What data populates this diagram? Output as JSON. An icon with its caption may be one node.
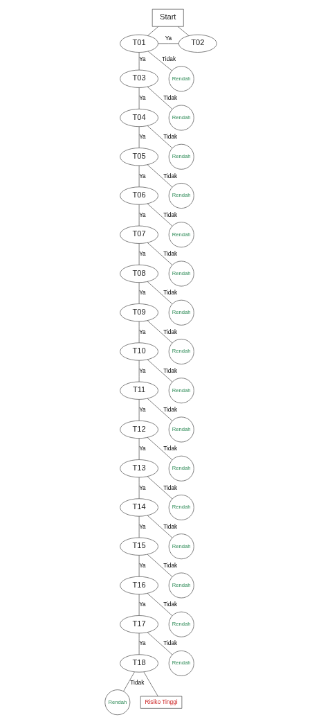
{
  "diagram": {
    "nodes": [
      {
        "text": [
          "Start"
        ]
      },
      {
        "text": [
          "T01"
        ]
      },
      {
        "text": [
          "T02"
        ]
      },
      {
        "text": [
          "T03"
        ]
      },
      {
        "text": [
          "Rendah"
        ]
      },
      {
        "text": [
          "T04"
        ]
      },
      {
        "text": [
          "Rendah"
        ]
      },
      {
        "text": [
          "T05"
        ]
      },
      {
        "text": [
          "Rendah"
        ]
      },
      {
        "text": [
          "T06"
        ]
      },
      {
        "text": [
          "Rendah"
        ]
      },
      {
        "text": [
          "T07"
        ]
      },
      {
        "text": [
          "Rendah"
        ]
      },
      {
        "text": [
          "T08"
        ]
      },
      {
        "text": [
          "Rendah"
        ]
      },
      {
        "text": [
          "T09"
        ]
      },
      {
        "text": [
          "Rendah"
        ]
      },
      {
        "text": [
          "T10"
        ]
      },
      {
        "text": [
          "Rendah"
        ]
      },
      {
        "text": [
          "T11"
        ]
      },
      {
        "text": [
          "Rendah"
        ]
      },
      {
        "text": [
          "T12"
        ]
      },
      {
        "text": [
          "Rendah"
        ]
      },
      {
        "text": [
          "T13"
        ]
      },
      {
        "text": [
          "Rendah"
        ]
      },
      {
        "text": [
          "T14"
        ]
      },
      {
        "text": [
          "Rendah"
        ]
      },
      {
        "text": [
          "T15"
        ]
      },
      {
        "text": [
          "Rendah"
        ]
      },
      {
        "text": [
          "T16"
        ]
      },
      {
        "text": [
          "Rendah"
        ]
      },
      {
        "text": [
          "T17"
        ]
      },
      {
        "text": [
          "Rendah"
        ]
      },
      {
        "text": [
          "T18"
        ]
      },
      {
        "text": [
          "Rendah"
        ]
      },
      {
        "text": [
          "Rendah"
        ]
      },
      {
        "text": [
          "Risiko Tinggi"
        ]
      }
    ],
    "edges": [
      {
        "from": 0,
        "to": 1,
        "arrow": "none"
      },
      {
        "from": 0,
        "to": 2,
        "arrow": "none"
      },
      {
        "from": 2,
        "to": 1,
        "label": "Ya",
        "arrow": "none"
      },
      {
        "from": 1,
        "to": 3,
        "label": "Ya",
        "arrow": "none"
      },
      {
        "from": 1,
        "to": 4,
        "label": "Tidak",
        "arrow": "none"
      },
      {
        "from": 3,
        "to": 5,
        "label": "Ya",
        "arrow": "none"
      },
      {
        "from": 3,
        "to": 6,
        "label": "Tidak",
        "arrow": "none"
      },
      {
        "from": 5,
        "to": 7,
        "label": "Ya",
        "arrow": "none"
      },
      {
        "from": 5,
        "to": 8,
        "label": "Tidak",
        "arrow": "none"
      },
      {
        "from": 7,
        "to": 9,
        "label": "Ya",
        "arrow": "none"
      },
      {
        "from": 7,
        "to": 10,
        "label": "Tidak",
        "arrow": "none"
      },
      {
        "from": 9,
        "to": 11,
        "label": "Ya",
        "arrow": "none"
      },
      {
        "from": 9,
        "to": 12,
        "label": "Tidak",
        "arrow": "none"
      },
      {
        "from": 11,
        "to": 13,
        "label": "Ya",
        "arrow": "none"
      },
      {
        "from": 11,
        "to": 14,
        "label": "Tidak",
        "arrow": "none"
      },
      {
        "from": 13,
        "to": 15,
        "label": "Ya",
        "arrow": "none"
      },
      {
        "from": 13,
        "to": 16,
        "label": "Tidak",
        "arrow": "none"
      },
      {
        "from": 15,
        "to": 17,
        "label": "Ya",
        "arrow": "none"
      },
      {
        "from": 15,
        "to": 18,
        "label": "Tidak",
        "arrow": "none"
      },
      {
        "from": 17,
        "to": 19,
        "label": "Ya",
        "arrow": "none"
      },
      {
        "from": 17,
        "to": 20,
        "label": "Tidak",
        "arrow": "none"
      },
      {
        "from": 19,
        "to": 21,
        "label": "Ya",
        "arrow": "none"
      },
      {
        "from": 19,
        "to": 22,
        "label": "Tidak",
        "arrow": "none"
      },
      {
        "from": 21,
        "to": 23,
        "label": "Ya",
        "arrow": "none"
      },
      {
        "from": 21,
        "to": 24,
        "label": "Tidak",
        "arrow": "none"
      },
      {
        "from": 23,
        "to": 25,
        "label": "Ya",
        "arrow": "none"
      },
      {
        "from": 23,
        "to": 26,
        "label": "Tidak",
        "arrow": "none"
      },
      {
        "from": 25,
        "to": 27,
        "label": "Ya",
        "arrow": "none"
      },
      {
        "from": 25,
        "to": 28,
        "label": "Tidak",
        "arrow": "none"
      },
      {
        "from": 27,
        "to": 29,
        "label": "Ya",
        "arrow": "none"
      },
      {
        "from": 27,
        "to": 30,
        "label": "Tidak",
        "arrow": "none"
      },
      {
        "from": 29,
        "to": 31,
        "label": "Ya",
        "arrow": "none"
      },
      {
        "from": 29,
        "to": 32,
        "label": "Tidak",
        "arrow": "none"
      },
      {
        "from": 31,
        "to": 33,
        "label": "Ya",
        "arrow": "none"
      },
      {
        "from": 31,
        "to": 34,
        "label": "Tidak",
        "arrow": "none"
      },
      {
        "from": 33,
        "to": 35,
        "label": "Tidak",
        "arrow": "none"
      },
      {
        "from": 33,
        "to": 36,
        "arrow": "none"
      }
    ]
  }
}
